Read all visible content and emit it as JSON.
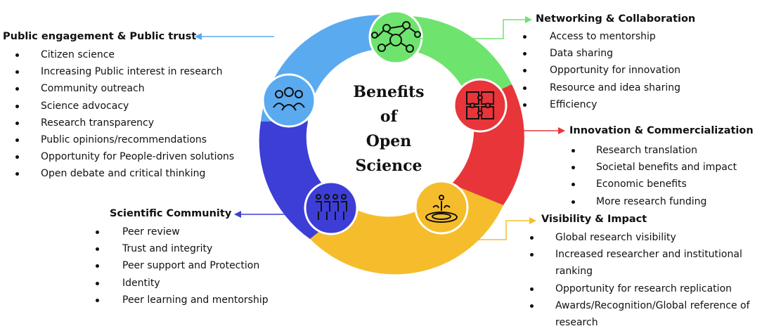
{
  "center_title": [
    "Benefits",
    "of",
    "Open",
    "Science"
  ],
  "colors": {
    "public": "#5aaaf0",
    "networking": "#6ee46e",
    "innovation": "#e8353a",
    "visibility": "#f5bd2c",
    "scientific": "#3d3ed6"
  },
  "icons": {
    "public": "people-group-icon",
    "networking": "network-icon",
    "innovation": "puzzle-icon",
    "visibility": "water-drop-ripple-icon",
    "scientific": "community-figures-icon"
  },
  "groups": {
    "public": {
      "title": "Public engagement & Public trust",
      "items": [
        "Citizen science",
        "Increasing Public interest in research",
        "Community outreach",
        "Science advocacy",
        "Research transparency",
        "Public opinions/recommendations",
        "Opportunity for People-driven solutions",
        "Open debate and critical thinking"
      ]
    },
    "networking": {
      "title": "Networking & Collaboration",
      "items": [
        "Access to mentorship",
        "Data sharing",
        "Opportunity for innovation",
        "Resource and idea sharing",
        "Efficiency"
      ]
    },
    "innovation": {
      "title": "Innovation & Commercialization",
      "items": [
        "Research translation",
        "Societal benefits and impact",
        "Economic benefits",
        "More research funding"
      ]
    },
    "visibility": {
      "title": "Visibility & Impact",
      "items": [
        "Global research visibility",
        "Increased researcher and institutional ranking",
        "Opportunity for research replication",
        "Awards/Recognition/Global reference of research"
      ]
    },
    "scientific": {
      "title": "Scientific Community",
      "items": [
        "Peer review",
        "Trust and integrity",
        "Peer support and Protection",
        "Identity",
        "Peer learning and mentorship"
      ]
    }
  }
}
